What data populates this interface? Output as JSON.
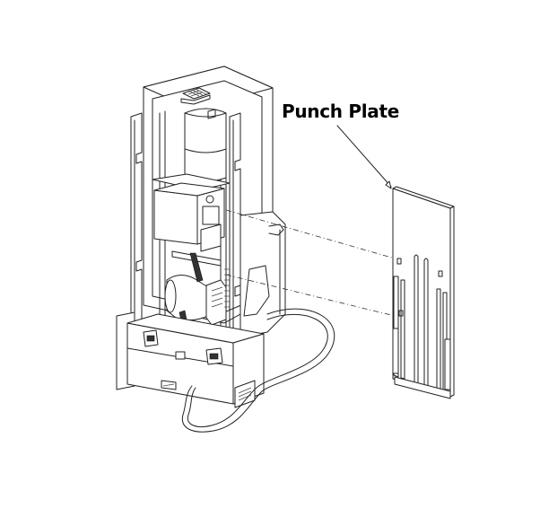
{
  "diagram": {
    "callout": {
      "label": "Punch Plate",
      "leader_from": [
        372,
        140
      ],
      "leader_to": [
        437,
        210
      ]
    },
    "components": [
      {
        "name": "mechanism-assembly",
        "description": "Main housing with roll, motor and gears, connector cable"
      },
      {
        "name": "punch-plate",
        "description": "Detached plate shown exploded to the right"
      }
    ],
    "colors": {
      "line": "#222222",
      "background": "#ffffff",
      "label": "#000000"
    }
  }
}
